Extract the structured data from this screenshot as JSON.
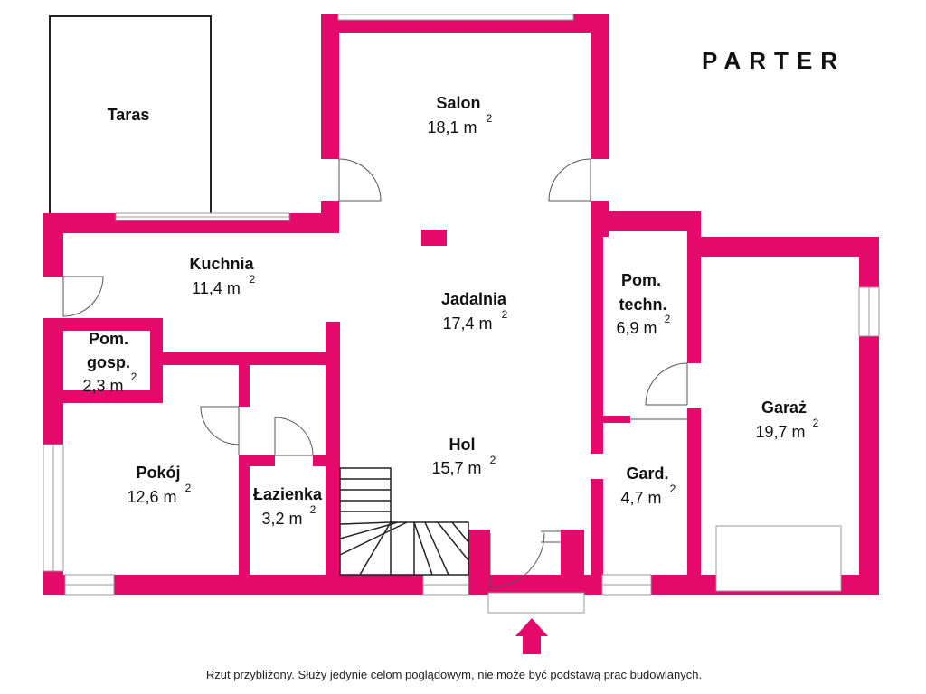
{
  "title": "PARTER",
  "rooms": {
    "taras": {
      "name": "Taras"
    },
    "salon": {
      "name": "Salon",
      "area": "18,1 m",
      "unit_exp": "2"
    },
    "kuchnia": {
      "name": "Kuchnia",
      "area": "11,4 m",
      "unit_exp": "2"
    },
    "jadalnia": {
      "name": "Jadalnia",
      "area": "17,4 m",
      "unit_exp": "2"
    },
    "pom_techn": {
      "name_line1": "Pom.",
      "name_line2": "techn.",
      "area": "6,9 m",
      "unit_exp": "2"
    },
    "pom_gosp": {
      "name_line1": "Pom.",
      "name_line2": "gosp.",
      "area": "2,3 m",
      "unit_exp": "2"
    },
    "garaz": {
      "name": "Garaż",
      "area": "19,7 m",
      "unit_exp": "2"
    },
    "hol": {
      "name": "Hol",
      "area": "15,7 m",
      "unit_exp": "2"
    },
    "pokoj": {
      "name": "Pokój",
      "area": "12,6 m",
      "unit_exp": "2"
    },
    "lazienka": {
      "name": "Łazienka",
      "area": "3,2 m",
      "unit_exp": "2"
    },
    "gard": {
      "name": "Gard.",
      "area": "4,7 m",
      "unit_exp": "2"
    }
  },
  "footer_note": "Rzut przybliżony. Służy jedynie celom poglądowym, nie może być podstawą prac budowlanych.",
  "colors": {
    "wall": "#e4096b",
    "text": "#111111"
  }
}
